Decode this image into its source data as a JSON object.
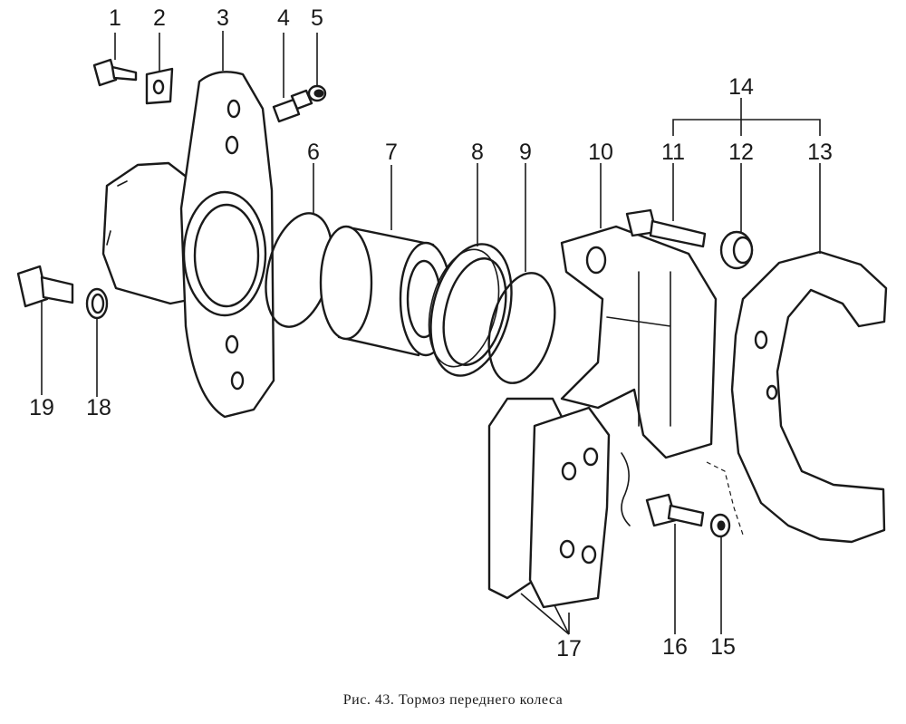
{
  "labels": [
    "1",
    "2",
    "3",
    "4",
    "5",
    "6",
    "7",
    "8",
    "9",
    "10",
    "11",
    "12",
    "13",
    "14",
    "15",
    "16",
    "17",
    "18",
    "19"
  ],
  "caption": "Рис. 43.   Тормоз переднего колеса"
}
